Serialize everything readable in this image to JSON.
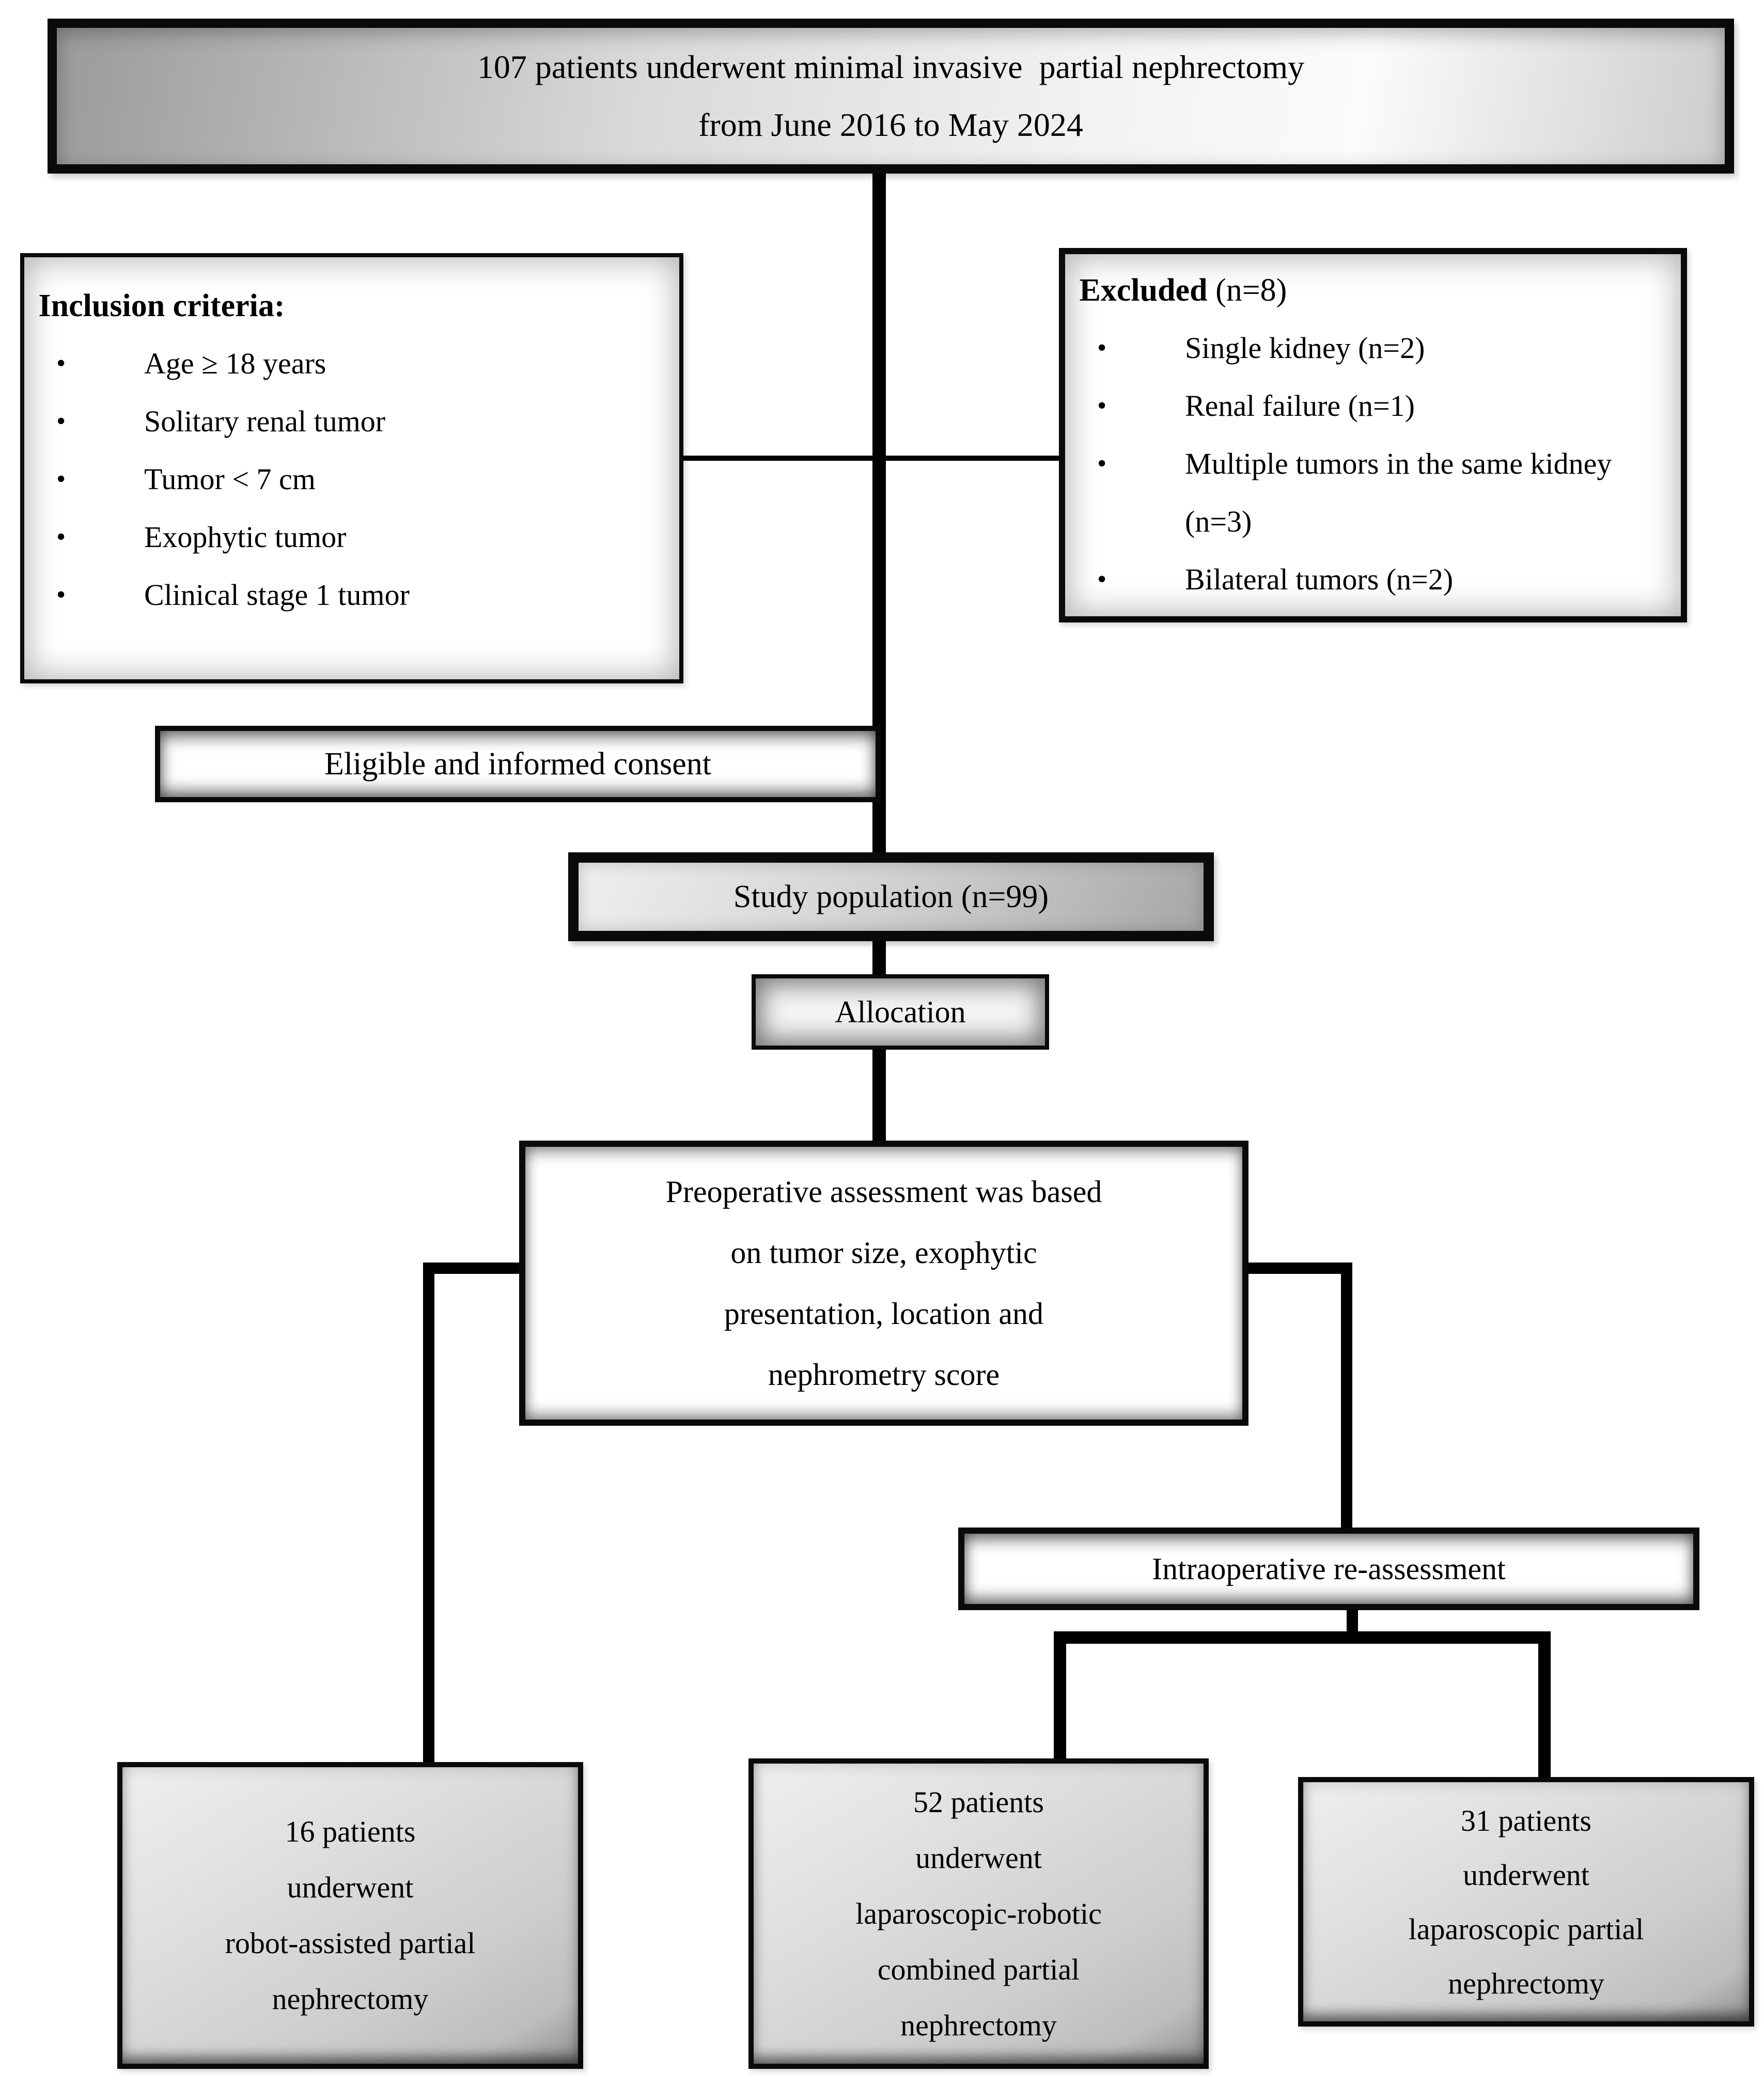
{
  "flow": {
    "top_box": {
      "lines": [
        "107 patients underwent minimal invasive  partial nephrectomy",
        "from June 2016 to May 2024"
      ]
    },
    "inclusion_box": {
      "title": "Inclusion criteria:",
      "bullet_glyph": "•",
      "items": [
        "Age ≥ 18 years",
        "Solitary renal tumor",
        "Tumor < 7 cm",
        "Exophytic tumor",
        "Clinical stage 1 tumor"
      ]
    },
    "excluded_box": {
      "title_bold": "Excluded",
      "title_rest": " (n=8)",
      "bullet_glyph": "•",
      "items": [
        "Single kidney (n=2)",
        "Renal failure (n=1)",
        "Multiple tumors in the same kidney (n=3)",
        "Bilateral tumors (n=2)"
      ]
    },
    "eligible_box": {
      "label": "Eligible and informed consent"
    },
    "study_box": {
      "label": "Study population (n=99)"
    },
    "allocation_box": {
      "label": "Allocation"
    },
    "preop_box": {
      "lines": [
        "Preoperative assessment was based",
        "on tumor size, exophytic",
        "presentation, location and",
        "nephrometry score"
      ]
    },
    "intraop_box": {
      "label": "Intraoperative re-assessment"
    },
    "outcome_boxes": {
      "robot_assisted": {
        "lines": [
          "16 patients",
          "underwent",
          "robot-assisted partial",
          "nephrectomy"
        ]
      },
      "laparoscopic_robotic": {
        "lines": [
          "52 patients",
          "underwent",
          "laparoscopic-robotic",
          "combined partial",
          "nephrectomy"
        ]
      },
      "laparoscopic": {
        "lines": [
          "31 patients",
          "underwent",
          "laparoscopic partial",
          "nephrectomy"
        ]
      }
    },
    "colors": {
      "line": "#000000",
      "border": "#0a0a0a",
      "fill_light": "#ffffff",
      "fill_gray": "#c9c9c9"
    }
  }
}
